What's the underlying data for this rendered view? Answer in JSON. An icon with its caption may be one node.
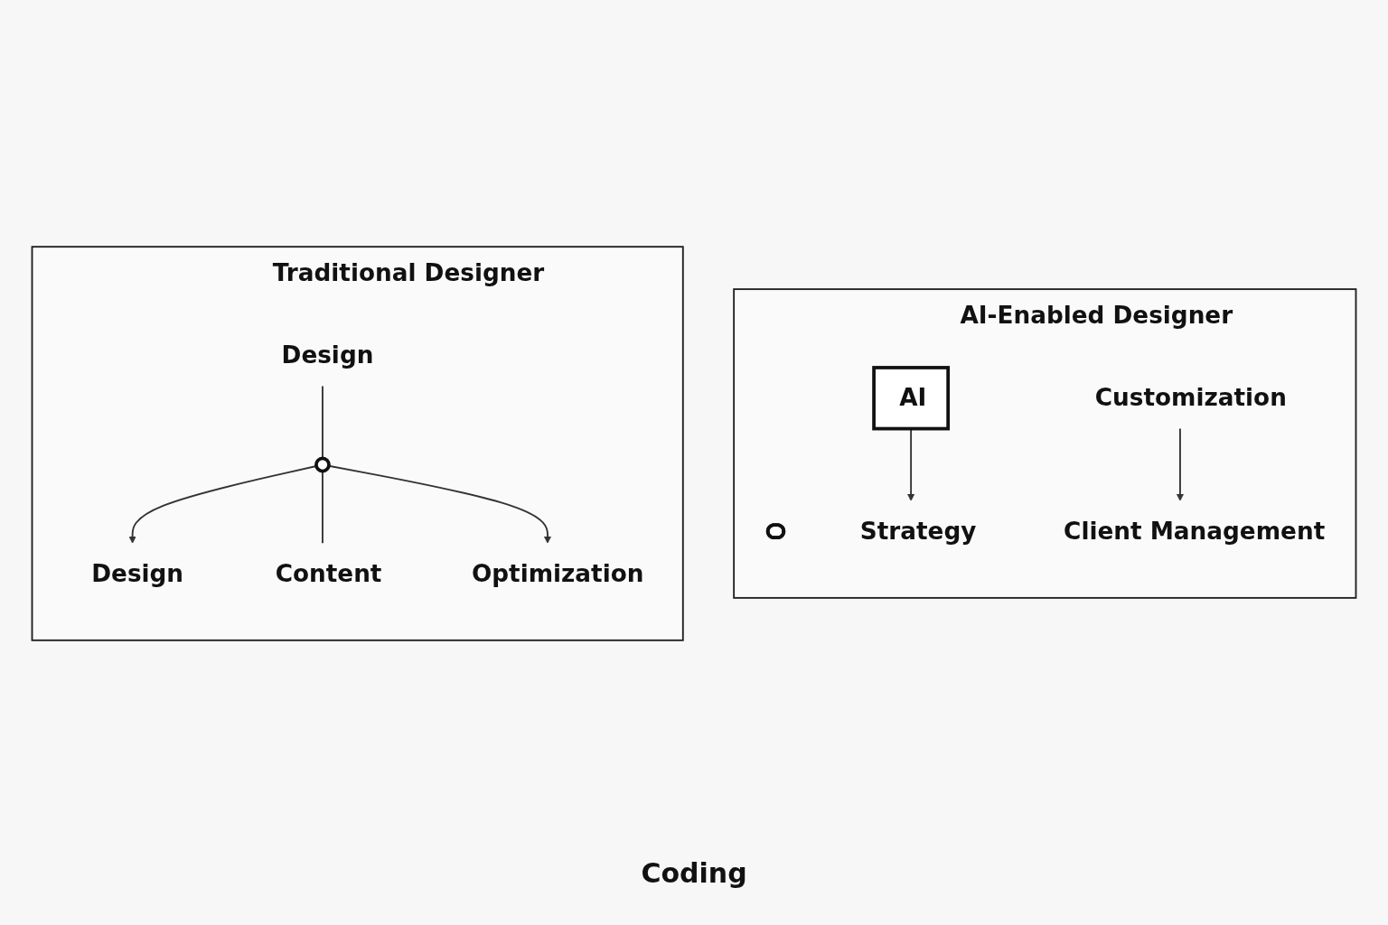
{
  "diagram": {
    "nodes": [
      {
        "text": [
          "Traditional Designer"
        ]
      },
      {
        "text": [
          "Design"
        ],
        "in": 0
      },
      {
        "text": [
          "Design"
        ],
        "in": 0
      },
      {
        "text": [],
        "shape": "circle",
        "in": 0
      },
      {
        "text": [
          "Content"
        ],
        "in": 0
      },
      {
        "text": [
          "Optimization"
        ],
        "in": 0
      },
      {
        "text": [
          "AI-Enabled Designer"
        ]
      },
      {
        "text": [],
        "shape": "person",
        "in": 6
      },
      {
        "text": [
          "Strategy"
        ],
        "in": 6
      },
      {
        "text": [
          "AI"
        ],
        "in": 6
      },
      {
        "text": [
          "Customization"
        ],
        "in": 6
      },
      {
        "text": [
          "Client Management"
        ],
        "in": 6
      }
    ],
    "edges": [
      {
        "from": 3,
        "to": 1,
        "arrow": "to"
      },
      {
        "from": 2,
        "to": 3,
        "arrow": "none"
      },
      {
        "from": 3,
        "to": 4,
        "arrow": "none"
      },
      {
        "from": 3,
        "to": 5,
        "arrow": "to"
      },
      {
        "from": 9,
        "to": 8,
        "arrow": "to"
      },
      {
        "from": 10,
        "to": 11,
        "arrow": "to"
      }
    ],
    "labels": [
      "Coding"
    ]
  }
}
